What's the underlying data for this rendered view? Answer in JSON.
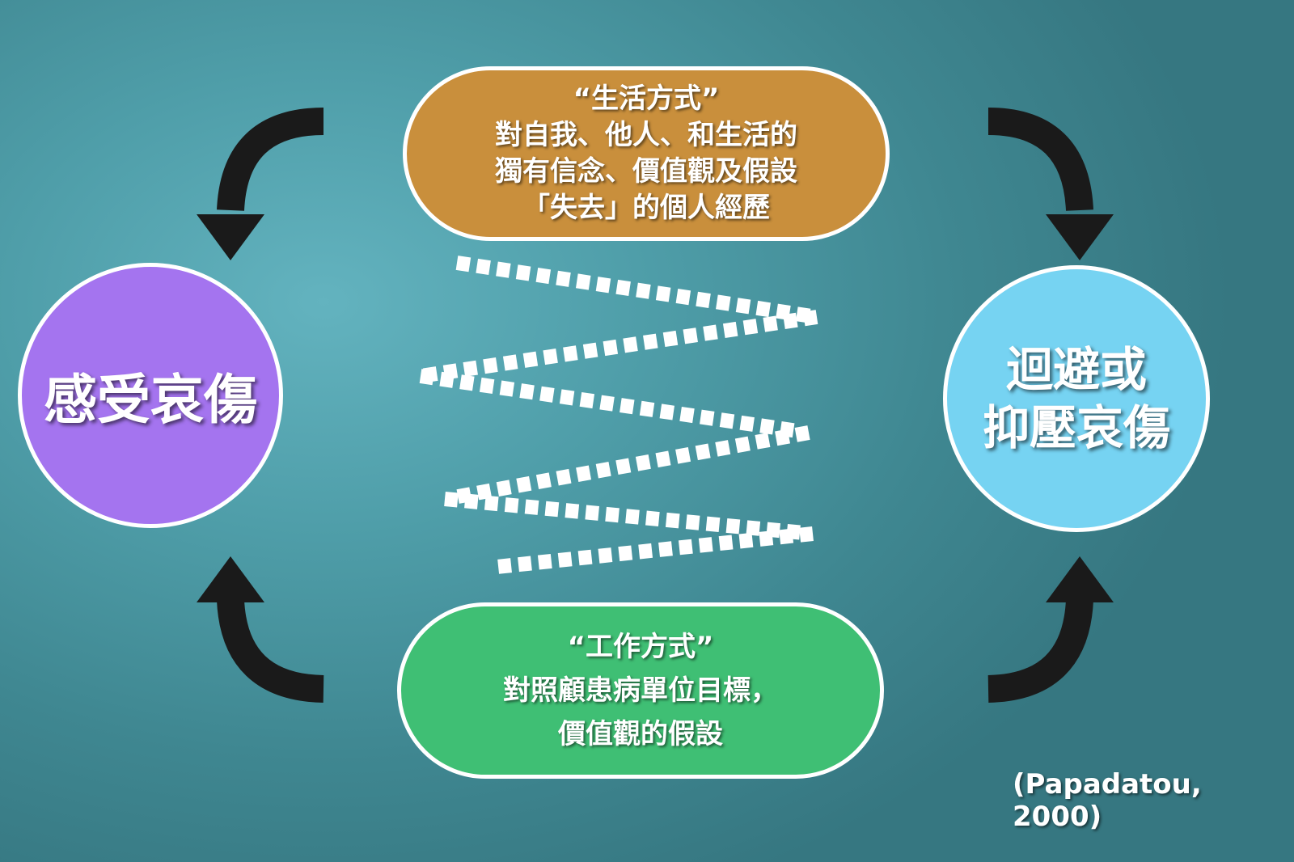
{
  "top_box": {
    "lines": [
      "“生活方式”",
      "對自我、他人、和生活的",
      "獨有信念、價值觀及假設",
      "「失去」的個人經歷"
    ],
    "color": "#c98f3c"
  },
  "bottom_box": {
    "lines": [
      "“工作方式”",
      "對照顧患病單位目標，",
      "價值觀的假設"
    ],
    "color": "#3fbf74"
  },
  "left_node": {
    "label": "感受哀傷",
    "color": "#a474ef"
  },
  "right_node": {
    "lines": [
      "迴避或",
      "抑壓哀傷"
    ],
    "color": "#76d3f2"
  },
  "citation": "(Papadatou, 2000)",
  "arrow_color": "#1a1a1a"
}
